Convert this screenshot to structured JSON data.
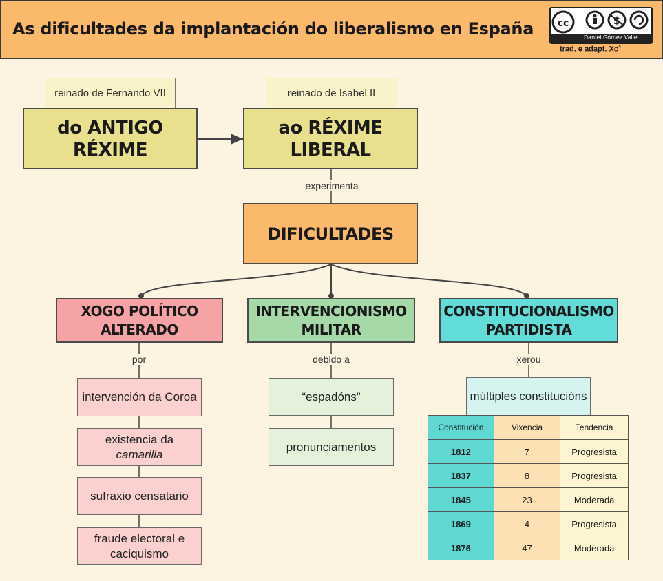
{
  "header": {
    "title": "As dificultades da implantación do liberalismo en España",
    "cc_author": "Daniel Gómez Valle",
    "credit": "trad. e adapt. Xc",
    "credit_sup": "4"
  },
  "top": {
    "left_tab": "reinado de Fernando VII",
    "left_box": "do ANTIGO RÉXIME",
    "right_tab": "reinado de Isabel II",
    "right_box": "ao RÉXIME LIBERAL"
  },
  "links": {
    "experimenta": "experimenta",
    "por": "por",
    "debido": "debido a",
    "xerou": "xerou"
  },
  "center": {
    "label": "DIFICULTADES"
  },
  "categories": [
    {
      "label": "XOGO POLÍTICO ALTERADO",
      "color": "#f6a3a6"
    },
    {
      "label": "INTERVENCIONISMO MILITAR",
      "color": "#a6d9a8"
    },
    {
      "label": "CONSTITUCIONALISMO PARTIDISTA",
      "color": "#62dcd8"
    }
  ],
  "political_items": [
    "intervención da Coroa",
    "existencia da",
    "camarilla",
    "sufraxio censatario",
    "fraude electoral e caciquismo"
  ],
  "military_items": [
    "“espadóns”",
    "pronunciamentos"
  ],
  "constitutional": {
    "item": "múltiples constitucións",
    "headers": [
      "Constitución",
      "Vixencia",
      "Tendencia"
    ],
    "rows": [
      [
        "1812",
        "7",
        "Progresista"
      ],
      [
        "1837",
        "8",
        "Progresista"
      ],
      [
        "1845",
        "23",
        "Moderada"
      ],
      [
        "1869",
        "4",
        "Progresista"
      ],
      [
        "1876",
        "47",
        "Moderada"
      ]
    ]
  }
}
